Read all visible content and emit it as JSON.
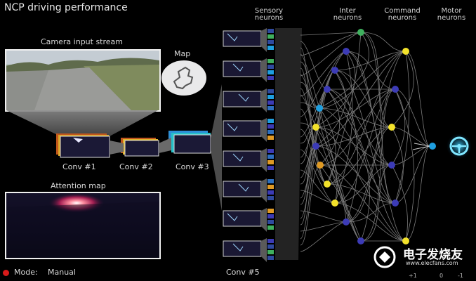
{
  "title": "NCP driving performance",
  "camera": {
    "label": "Camera input stream"
  },
  "map": {
    "label": "Map"
  },
  "attention": {
    "label": "Attention map"
  },
  "conv_layers": [
    "Conv #1",
    "Conv #2",
    "Conv #3",
    "Conv #5"
  ],
  "layers": {
    "sensory": {
      "line1": "Sensory",
      "line2": "neurons"
    },
    "inter": {
      "line1": "Inter",
      "line2": "neurons"
    },
    "command": {
      "line1": "Command",
      "line2": "neurons"
    },
    "motor": {
      "line1": "Motor",
      "line2": "neurons"
    }
  },
  "scale": [
    "+1",
    "0",
    "-1"
  ],
  "mode": {
    "label": "Mode:",
    "value": "Manual"
  },
  "watermark": "电子发烧友",
  "watermark_url": "www.elecfans.com",
  "colors": {
    "background": "#000000",
    "frame": "#f0f0f0",
    "neuron_yellow": "#f3e22b",
    "neuron_blue": "#3c3bb6",
    "neuron_green": "#3fb05e",
    "neuron_cyan": "#1e9fe0",
    "neuron_orange": "#e09a24",
    "mode_dot": "#d81a1a"
  },
  "icons": [
    "steering-wheel-icon",
    "mode-indicator-dot"
  ]
}
